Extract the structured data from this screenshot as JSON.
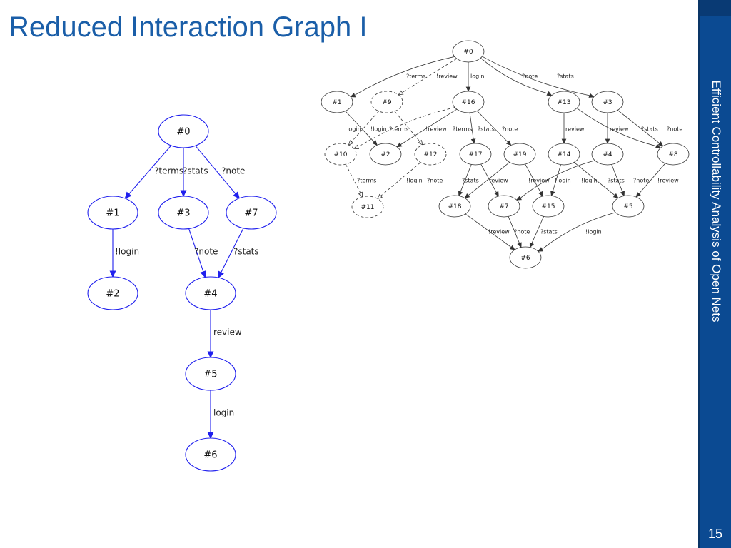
{
  "slide": {
    "title": "Reduced Interaction Graph I",
    "sidebar_text": "Efficient Controllability Analysis of Open Nets",
    "page_number": "15"
  },
  "colors": {
    "title": "#1a5ea8",
    "sidebar": "#0b4a92",
    "reduced_graph": "#2020ee",
    "full_graph": "#333333"
  },
  "reduced_graph": {
    "nodes": [
      "#0",
      "#1",
      "#3",
      "#7",
      "#2",
      "#4",
      "#5",
      "#6"
    ],
    "edges": [
      {
        "from": "#0",
        "to": "#1",
        "label": "?terms"
      },
      {
        "from": "#0",
        "to": "#3",
        "label": "?stats"
      },
      {
        "from": "#0",
        "to": "#7",
        "label": "?note"
      },
      {
        "from": "#1",
        "to": "#2",
        "label": "!login"
      },
      {
        "from": "#3",
        "to": "#4",
        "label": "?note"
      },
      {
        "from": "#7",
        "to": "#4",
        "label": "?stats"
      },
      {
        "from": "#4",
        "to": "#5",
        "label": "review"
      },
      {
        "from": "#5",
        "to": "#6",
        "label": "login"
      }
    ]
  },
  "full_graph": {
    "nodes": [
      "#0",
      "#1",
      "#9",
      "#16",
      "#13",
      "#3",
      "#10",
      "#2",
      "#12",
      "#17",
      "#19",
      "#14",
      "#4",
      "#8",
      "#11",
      "#18",
      "#7",
      "#15",
      "#5",
      "#6"
    ],
    "dashed_nodes": [
      "#9",
      "#10",
      "#12",
      "#11"
    ],
    "edges": [
      {
        "from": "#0",
        "to": "#1",
        "label": "?terms"
      },
      {
        "from": "#0",
        "to": "#9",
        "label": "!review",
        "dashed": true
      },
      {
        "from": "#0",
        "to": "#16",
        "label": "login"
      },
      {
        "from": "#0",
        "to": "#13",
        "label": "?note"
      },
      {
        "from": "#0",
        "to": "#3",
        "label": "?stats"
      },
      {
        "from": "#1",
        "to": "#2",
        "label": "!login"
      },
      {
        "from": "#9",
        "to": "#10",
        "label": "!login",
        "dashed": true
      },
      {
        "from": "#9",
        "to": "#12",
        "label": "?terms",
        "dashed": true
      },
      {
        "from": "#16",
        "to": "#10",
        "label": "!review",
        "dashed": true
      },
      {
        "from": "#16",
        "to": "#2",
        "label": "?terms"
      },
      {
        "from": "#16",
        "to": "#17",
        "label": "?stats"
      },
      {
        "from": "#16",
        "to": "#19",
        "label": "?note"
      },
      {
        "from": "#13",
        "to": "#14",
        "label": "review"
      },
      {
        "from": "#13",
        "to": "#8",
        "label": "?stats"
      },
      {
        "from": "#3",
        "to": "#4",
        "label": "review"
      },
      {
        "from": "#3",
        "to": "#8",
        "label": "?note"
      },
      {
        "from": "#10",
        "to": "#11",
        "label": "?terms",
        "dashed": true
      },
      {
        "from": "#12",
        "to": "#11",
        "label": "!login",
        "dashed": true
      },
      {
        "from": "#17",
        "to": "#18",
        "label": "?note"
      },
      {
        "from": "#17",
        "to": "#7",
        "label": "!review"
      },
      {
        "from": "#19",
        "to": "#18",
        "label": "?stats"
      },
      {
        "from": "#19",
        "to": "#15",
        "label": "!review"
      },
      {
        "from": "#14",
        "to": "#15",
        "label": "!login"
      },
      {
        "from": "#4",
        "to": "#7",
        "label": "!login"
      },
      {
        "from": "#4",
        "to": "#5",
        "label": "?stats"
      },
      {
        "from": "#8",
        "to": "#5",
        "label": "!review"
      },
      {
        "from": "#14",
        "to": "#5",
        "label": "?note"
      },
      {
        "from": "#18",
        "to": "#6",
        "label": "!review"
      },
      {
        "from": "#7",
        "to": "#6",
        "label": "?note"
      },
      {
        "from": "#15",
        "to": "#6",
        "label": "?stats"
      },
      {
        "from": "#5",
        "to": "#6",
        "label": "!login"
      }
    ]
  }
}
